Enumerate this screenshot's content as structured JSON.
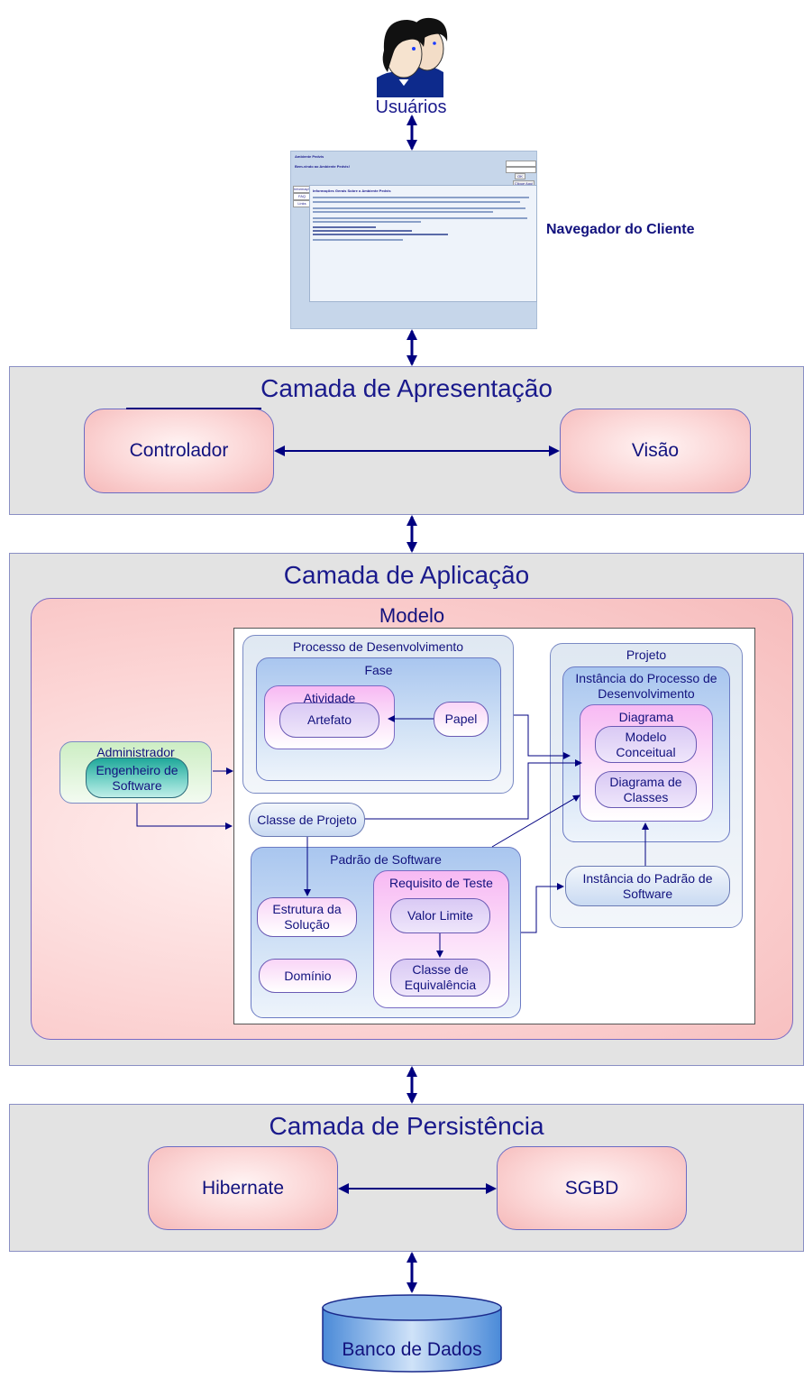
{
  "users": {
    "label": "Usuários"
  },
  "browser": {
    "label": "Navegador do Cliente",
    "screen_title": "Ambiente Pedvis",
    "welcome": "Bem-vindo ao Ambiente Pedvis!",
    "side_tabs": [
      "Informações",
      "FAQ",
      "Links"
    ],
    "content_heading": "Informações Gerais Sobre o Ambiente Pedvis",
    "login_button": "OK",
    "signup_button": "Clique Aqui"
  },
  "presentation": {
    "title": "Camada de Apresentação",
    "controller": "Controlador",
    "view": "Visão"
  },
  "application": {
    "title": "Camada de Aplicação",
    "model": "Modelo",
    "admin": "Administrador",
    "software_engineer": "Engenheiro de Software",
    "dev_process": "Processo de Desenvolvimento",
    "phase": "Fase",
    "activity": "Atividade",
    "artifact": "Artefato",
    "role": "Papel",
    "project_class": "Classe de Projeto",
    "software_pattern": "Padrão de Software",
    "solution_structure": "Estrutura da Solução",
    "domain": "Domínio",
    "test_requirement": "Requisito de Teste",
    "limit_value": "Valor Limite",
    "equivalence_class": "Classe de Equivalência",
    "project": "Projeto",
    "process_instance": "Instância do Processo de Desenvolvimento",
    "diagram": "Diagrama",
    "conceptual_model": "Modelo Conceitual",
    "class_diagram": "Diagrama de Classes",
    "pattern_instance": "Instância do Padrão de Software"
  },
  "persistence": {
    "title": "Camada de Persistência",
    "hibernate": "Hibernate",
    "dbms": "SGBD"
  },
  "database": {
    "label": "Banco de Dados"
  },
  "colors": {
    "arrow": "#000080",
    "layer_bg": "#e3e3e3",
    "model_bg": "#fbd0d0",
    "text": "#1a1a8c"
  }
}
